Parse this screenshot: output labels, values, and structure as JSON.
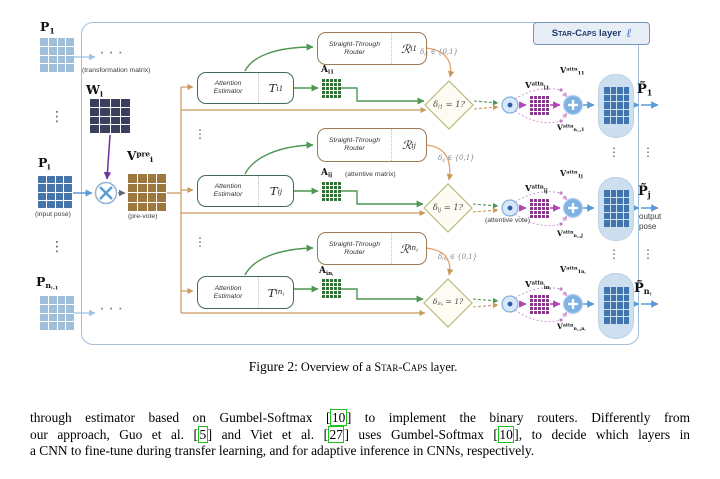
{
  "figure": {
    "layer_badge": {
      "smallcaps": "Star-Caps",
      "rest": "layer",
      "ell": "ℓ"
    },
    "inputs": {
      "p1_html": "P<sub>1</sub>",
      "pi_html": "P<sub>i</sub>",
      "pn_html": "P<sub>n<sub>ℓ-1</sub></sub>",
      "wi_html": "W<sub>i</sub>",
      "vpre_html": "V<sup>pre</sup><sub>i</sub>",
      "transformation_caption": "(transformation matrix)",
      "input_pose_caption": "(input pose)",
      "prevote_caption": "(pre-vote)",
      "hdots": "· · ·",
      "vdots": "⋮"
    },
    "rows": [
      {
        "estimator_line1": "Attention",
        "estimator_line2": "Estimator",
        "estimator_symbol_html": "T<sub>i1</sub>",
        "router_line1": "Straight-Through",
        "router_line2": "Router",
        "router_symbol_html": "ℛ<sub>i1</sub>",
        "a_label_html": "A<sub>i1</sub>",
        "delta_domain_html": "δ<sub>i1</sub> ∈ {0,1}",
        "delta_question_html": "δ<sub>i1</sub> = 1?",
        "v_attn_html": "V<sup>attn</sup><sub>i1</sub>",
        "v_attn_top_html": "V<sup>attn</sup><sub>11</sub>",
        "v_attn_bottom_html": "V<sup>attn</sup><sub>n<sub>ℓ-1</sub>1</sub>",
        "output_html": "P̃<sub>1</sub>"
      },
      {
        "estimator_line1": "Attention",
        "estimator_line2": "Estimator",
        "estimator_symbol_html": "T<sub>ij</sub>",
        "router_line1": "Straight-Through",
        "router_line2": "Router",
        "router_symbol_html": "ℛ<sub>ij</sub>",
        "a_label_html": "A<sub>ij</sub>",
        "a_note": "(attentive matrix)",
        "delta_domain_html": "δ<sub>ij</sub> ∈ {0,1}",
        "delta_question_html": "δ<sub>ij</sub> = 1?",
        "vote_note": "(attentive vote)",
        "v_attn_html": "V<sup>attn</sup><sub>ij</sub>",
        "v_attn_top_html": "V<sup>attn</sup><sub>1j</sub>",
        "v_attn_bottom_html": "V<sup>attn</sup><sub>n<sub>ℓ-1</sub>j</sub>",
        "output_html": "P̃<sub>j</sub>",
        "output_note_line1": "output",
        "output_note_line2": "pose"
      },
      {
        "estimator_line1": "Attention",
        "estimator_line2": "Estimator",
        "estimator_symbol_html": "T<sub>in<sub>ℓ</sub></sub>",
        "router_line1": "Straight-Through",
        "router_line2": "Router",
        "router_symbol_html": "ℛ<sub>in<sub>ℓ</sub></sub>",
        "a_label_html": "A<sub>in<sub>ℓ</sub></sub>",
        "delta_domain_html": "δ<sub>in<sub>ℓ</sub></sub> ∈ {0,1}",
        "delta_question_html": "δ<sub>in<sub>ℓ</sub></sub> = 1?",
        "v_attn_html": "V<sup>attn</sup><sub>in<sub>ℓ</sub></sub>",
        "v_attn_top_html": "V<sup>attn</sup><sub>1n<sub>ℓ</sub></sub>",
        "v_attn_bottom_html": "V<sup>attn</sup><sub>n<sub>ℓ-1</sub>n<sub>ℓ</sub></sub>",
        "output_html": "P̃<sub>n<sub>ℓ</sub></sub>"
      }
    ],
    "caption": {
      "prefix": "Figure 2:",
      "pre": " Overview of a ",
      "smallcaps": "Star-Caps",
      "post": " layer."
    },
    "colors": {
      "box_border": "#a3bfda",
      "badge_bg": "#e8eef6",
      "badge_text": "#1f3a6e",
      "pose_light": "#9fbeda",
      "pose_blue": "#4674ab",
      "w_navy": "#3a405c",
      "prevote_brown": "#9c783f",
      "attention_green": "#2e7030",
      "vote_purple": "#86358a",
      "capsule_bg": "#cddeee",
      "capsule_cell": "#3f74ae",
      "arrow_green": "#4f9653",
      "arrow_orange": "#c9995c",
      "arrow_magenta": "#b544b5",
      "arrow_blue": "#5b9bd5",
      "arrow_purple": "#7030a0",
      "diamond_border": "#b9b97e",
      "cite_green": "#1fbf1f"
    }
  },
  "paragraph": {
    "line1": {
      "a": "through estimator based on Gumbel-Softmax [",
      "cite1": "10",
      "b": "] to implement the binary routers. Differently from"
    },
    "line2": {
      "a": "our approach, Guo et al. [",
      "cite1": "5",
      "b": "] and Viet et al. [",
      "cite2": "27",
      "c": "] uses Gumbel-Softmax [",
      "cite3": "10",
      "d": "], to decide which layers in"
    },
    "line3": {
      "a": "a CNN to fine-tune during transfer learning, and for adaptive inference in CNNs, respectively."
    }
  }
}
